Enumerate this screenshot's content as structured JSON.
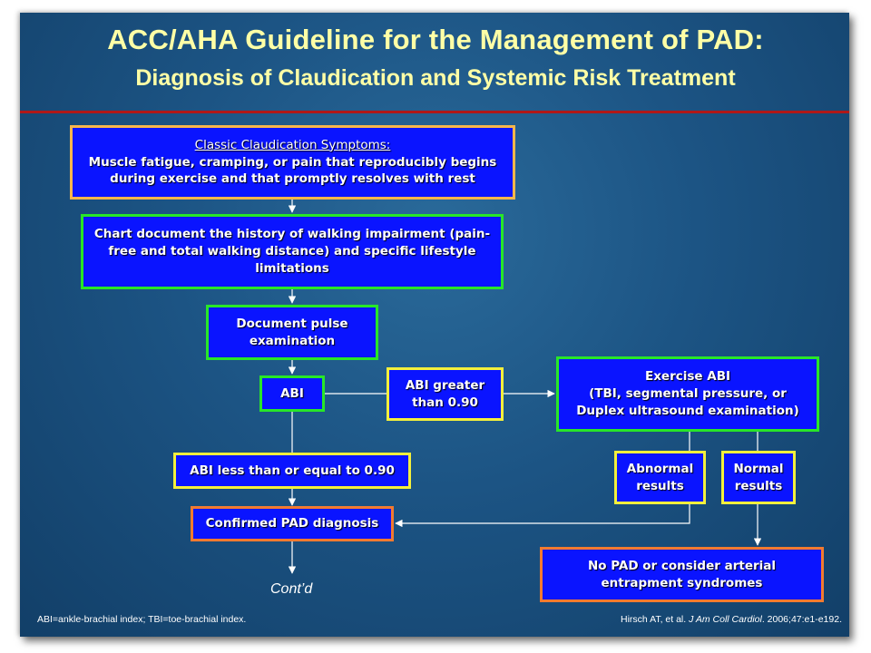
{
  "slide": {
    "title": "ACC/AHA Guideline for the Management of PAD:",
    "subtitle": "Diagnosis of Claudication and Systemic Risk Treatment"
  },
  "flow": {
    "symptoms": {
      "heading": "Classic Claudication Symptoms:",
      "line1": "Muscle fatigue, cramping, or pain that reproducibly begins",
      "line2": "during exercise and that promptly resolves with rest"
    },
    "history": {
      "line1": "Chart document the history of walking impairment (pain-",
      "line2": "free and total walking distance) and specific lifestyle",
      "line3": "limitations"
    },
    "pulse": {
      "line1": "Document pulse",
      "line2": "examination"
    },
    "abi": "ABI",
    "abi_greater": {
      "line1": "ABI greater",
      "line2": "than 0.90"
    },
    "exercise_abi": {
      "line1": "Exercise ABI",
      "line2": "(TBI, segmental pressure, or",
      "line3": "Duplex ultrasound examination)"
    },
    "abi_less": "ABI less than or equal to 0.90",
    "abnormal": {
      "line1": "Abnormal",
      "line2": "results"
    },
    "normal": {
      "line1": "Normal",
      "line2": "results"
    },
    "confirmed": "Confirmed PAD diagnosis",
    "no_pad": {
      "line1": "No PAD or consider arterial",
      "line2": "entrapment syndromes"
    },
    "contd": "Cont’d"
  },
  "footer": {
    "abbrev": "ABI=ankle-brachial index; TBI=toe-brachial index.",
    "citation_author": "Hirsch AT, et al. ",
    "citation_journal": "J Am Coll Cardiol",
    "citation_rest": ". 2006;47:e1-e192."
  },
  "colors": {
    "title": "#ffffa6",
    "box_fill": "#0a14ff",
    "border_orange": "#f6b64c",
    "border_green": "#28e628",
    "border_yellow": "#f4ef3c",
    "border_red": "#f27a30",
    "rule": "#b01818"
  }
}
